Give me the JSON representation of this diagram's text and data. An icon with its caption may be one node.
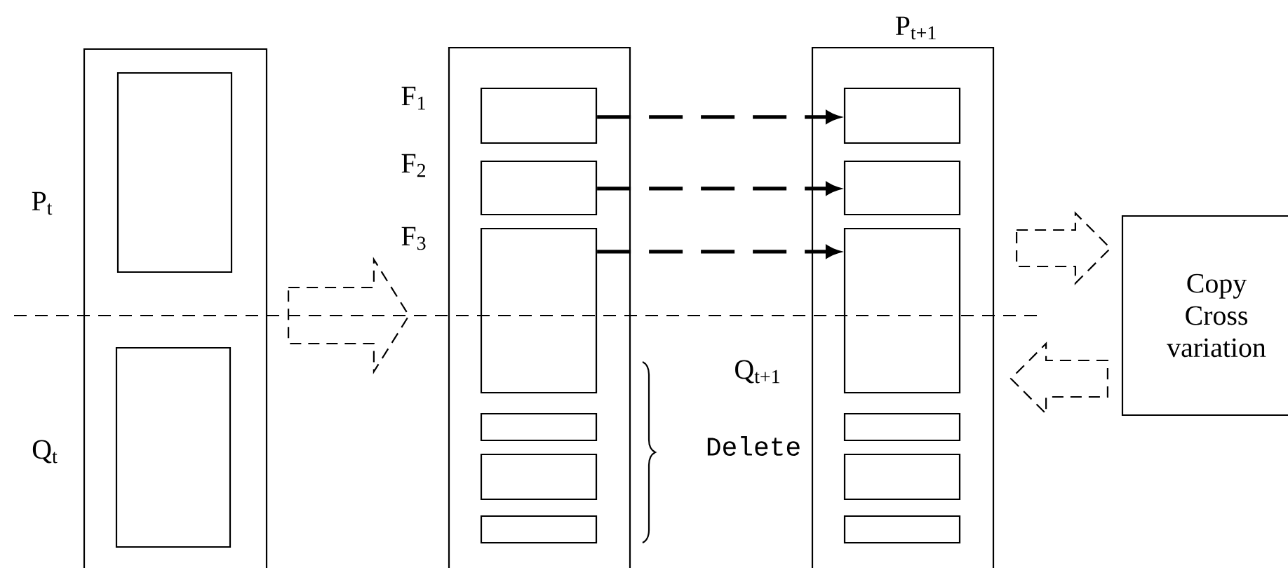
{
  "diagram": {
    "nodes": [
      {
        "text": [],
        "shape": "box"
      },
      {
        "text": [],
        "shape": "box",
        "in": 0,
        "beside": [
          "P$_{t}$"
        ]
      },
      {
        "text": [],
        "shape": "box",
        "in": 0,
        "beside": [
          "Q$_{t}$"
        ]
      },
      {
        "text": [],
        "shape": "box"
      },
      {
        "text": [],
        "shape": "box",
        "in": 3,
        "beside": [
          "F$_{1}$"
        ]
      },
      {
        "text": [],
        "shape": "box",
        "in": 3,
        "beside": [
          "F$_{2}$"
        ]
      },
      {
        "text": [],
        "shape": "box",
        "in": 3,
        "beside": [
          "F$_{3}$"
        ]
      },
      {
        "text": [],
        "shape": "box",
        "in": 3
      },
      {
        "text": [],
        "shape": "box",
        "in": 3
      },
      {
        "text": [],
        "shape": "box",
        "in": 3
      },
      {
        "text": [
          "P$_{t+1}$"
        ]
      },
      {
        "text": [],
        "shape": "box",
        "in": 10
      },
      {
        "text": [],
        "shape": "box",
        "in": 10
      },
      {
        "text": [],
        "shape": "box",
        "in": 10
      },
      {
        "text": [],
        "shape": "box",
        "in": 10
      },
      {
        "text": [],
        "shape": "box",
        "in": 10
      },
      {
        "text": [],
        "shape": "box",
        "in": 10
      },
      {
        "text": [
          "Copy Cross variation"
        ]
      }
    ],
    "edges": [
      {
        "from": 0,
        "to": 3,
        "arrow": "to",
        "style": "dashed"
      },
      {
        "from": 4,
        "to": 11,
        "arrow": "to",
        "style": "dashed"
      },
      {
        "from": 5,
        "to": 12,
        "arrow": "to",
        "style": "dashed"
      },
      {
        "from": 6,
        "to": 13,
        "arrow": "to",
        "style": "dashed"
      },
      {
        "from": 10,
        "to": 17,
        "arrow": "to",
        "style": "dashed"
      },
      {
        "from": 17,
        "to": 10,
        "arrow": "to",
        "style": "dashed"
      }
    ],
    "labels": [
      "Q$_{t+1}$",
      "Delete"
    ]
  }
}
